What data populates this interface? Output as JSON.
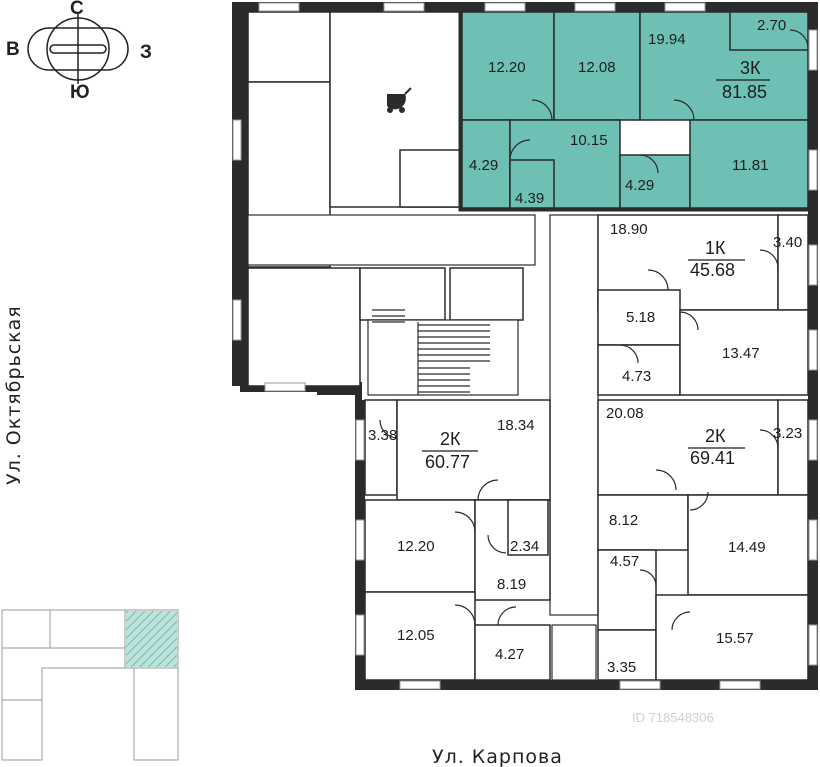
{
  "compass": {
    "north": "С",
    "south": "Ю",
    "west": "В",
    "east": "З"
  },
  "streets": {
    "left": "Ул. Октябрьская",
    "bottom": "Ул. Карпова"
  },
  "apartments": {
    "a3k": {
      "type": "3К",
      "area": "81.85"
    },
    "a1k": {
      "type": "1К",
      "area": "45.68"
    },
    "a2k_left": {
      "type": "2К",
      "area": "60.77"
    },
    "a2k_right": {
      "type": "2К",
      "area": "69.41"
    }
  },
  "rooms": {
    "r1220t": "12.20",
    "r1208": "12.08",
    "r1994": "19.94",
    "r270": "2.70",
    "r1015": "10.15",
    "r429a": "4.29",
    "r439": "4.39",
    "r429b": "4.29",
    "r1181": "11.81",
    "r1890": "18.90",
    "r340": "3.40",
    "r518": "5.18",
    "r473": "4.73",
    "r1347": "13.47",
    "r2008": "20.08",
    "r323": "3.23",
    "r812": "8.12",
    "r1449": "14.49",
    "r457": "4.57",
    "r1557": "15.57",
    "r335": "3.35",
    "r338": "3.38",
    "r1834": "18.34",
    "r1220b": "12.20",
    "r234": "2.34",
    "r819": "8.19",
    "r1205": "12.05",
    "r427": "4.27"
  },
  "watermark": "ID 718548306",
  "colors": {
    "highlight": "#6dc0b3",
    "wall": "#2b2b2b"
  }
}
